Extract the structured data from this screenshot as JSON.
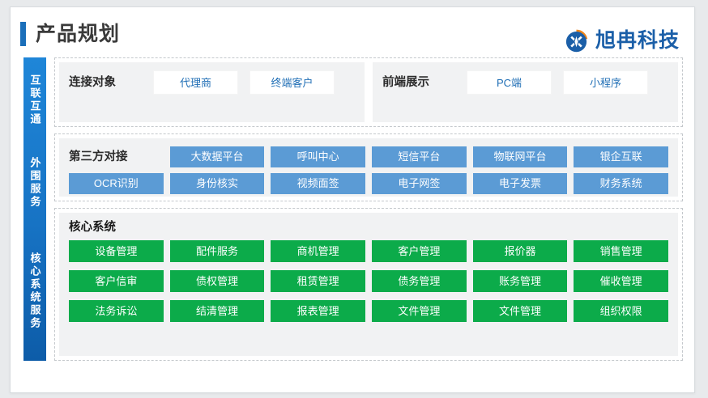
{
  "header": {
    "title": "产品规划",
    "logo_text": "旭冉科技",
    "logo_icon": "circle-x-logo-icon",
    "accent_blue": "#1b6fba",
    "logo_blue": "#1b5fa8",
    "logo_orange": "#f08519"
  },
  "rail": {
    "items": [
      {
        "label": "互联互通"
      },
      {
        "label": "外围服务"
      },
      {
        "label": "核心系统服务"
      }
    ]
  },
  "row_interconnect": {
    "panels": [
      {
        "label": "连接对象",
        "chips": [
          "代理商",
          "终端客户"
        ]
      },
      {
        "label": "前端展示",
        "chips": [
          "PC端",
          "小程序"
        ]
      }
    ]
  },
  "row_thirdparty": {
    "label": "第三方对接",
    "row1": [
      "大数据平台",
      "呼叫中心",
      "短信平台",
      "物联网平台",
      "银企互联"
    ],
    "row2": [
      "OCR识别",
      "身份核实",
      "视频面签",
      "电子网签",
      "电子发票",
      "财务系统"
    ],
    "chip_color": "#5b9bd5"
  },
  "row_core": {
    "title": "核心系统",
    "rows": [
      [
        "设备管理",
        "配件服务",
        "商机管理",
        "客户管理",
        "报价器",
        "销售管理"
      ],
      [
        "客户信审",
        "债权管理",
        "租赁管理",
        "债务管理",
        "账务管理",
        "催收管理"
      ],
      [
        "法务诉讼",
        "结清管理",
        "报表管理",
        "文件管理",
        "文件管理",
        "组织权限"
      ]
    ],
    "chip_color": "#0cab4a"
  }
}
